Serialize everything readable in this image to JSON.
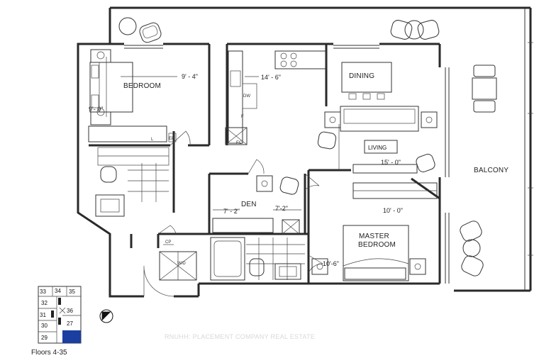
{
  "rooms": {
    "bedroom": "BEDROOM",
    "dining": "DINING",
    "living": "LIVING",
    "balcony": "BALCONY",
    "den": "DEN",
    "master_bedroom_line1": "MASTER",
    "master_bedroom_line2": "BEDROOM"
  },
  "dimensions": {
    "bedroom_width": "9' - 4\"",
    "bedroom_depth": "9'- 0\"",
    "kitchen_length": "14' - 6\"",
    "living_width": "15' - 0\"",
    "den_width": "7' - 2\"",
    "den_depth": "7'-2\"",
    "master_width": "10' - 0\"",
    "master_depth": "10'-6\""
  },
  "fixtures": {
    "dishwasher": "DW",
    "fridge": "F",
    "fridge_cabinet": "FC",
    "electrical_panel": "EP",
    "linen": "L",
    "coat_pantry": "CP",
    "washer_dryer": "W/D"
  },
  "keyplan": {
    "units": [
      "33",
      "34",
      "35",
      "32",
      "36",
      "31",
      "30",
      "27",
      "29"
    ],
    "highlight_color": "#1a3fa0"
  },
  "floors_label": "Floors 4-35",
  "compass_icon": "north-arrow-icon",
  "watermark": "RNUHH: PLACEMENT COMPANY REAL ESTATE"
}
